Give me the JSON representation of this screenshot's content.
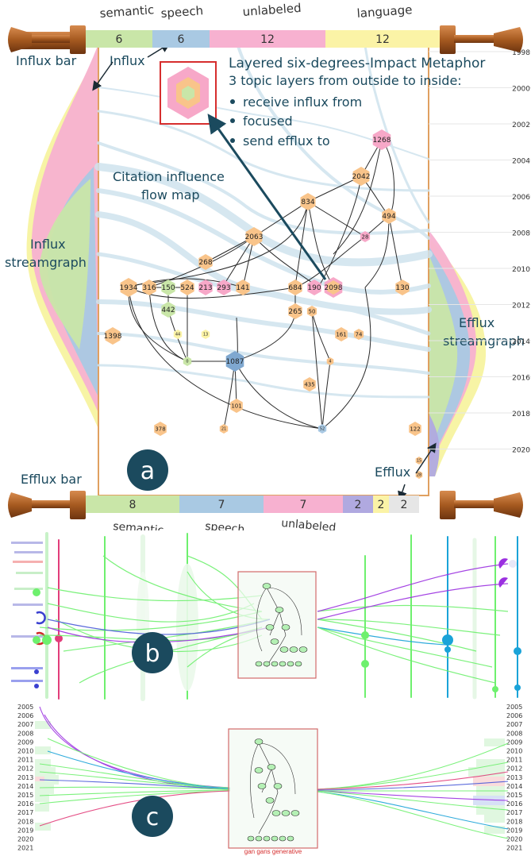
{
  "panel_a": {
    "label": "a",
    "top_bar": {
      "segments": [
        {
          "topic": "semantic",
          "count": "6",
          "color": "#c9e6a8"
        },
        {
          "topic": "speech",
          "count": "6",
          "color": "#a9c9e3"
        },
        {
          "topic": "unlabeled",
          "count": "12",
          "color": "#f7b1d0"
        },
        {
          "topic": "language",
          "count": "12",
          "color": "#fbf3a6"
        }
      ]
    },
    "bottom_bar": {
      "segments": [
        {
          "topic": "semantic",
          "count": "8",
          "color": "#c9e6a8"
        },
        {
          "topic": "speech",
          "count": "7",
          "color": "#a9c9e3"
        },
        {
          "topic": "unlabeled",
          "count": "7",
          "color": "#f7b1d0"
        },
        {
          "topic": "",
          "count": "2",
          "color": "#b0a9e0"
        },
        {
          "topic": "",
          "count": "2",
          "color": "#fbf3a6"
        },
        {
          "topic": "",
          "count": "2",
          "color": "#e6e6e6"
        }
      ]
    },
    "annotations": {
      "influx_bar": "Influx bar",
      "influx": "Influx",
      "efflux_bar": "Efflux bar",
      "efflux": "Efflux",
      "influx_stream_1": "Influx",
      "influx_stream_2": "streamgraph",
      "efflux_stream_1": "Efflux",
      "efflux_stream_2": "streamgraph",
      "flow_map_1": "Citation influence",
      "flow_map_2": "flow map"
    },
    "legend": {
      "title": "Layered six-degrees-Impact Metaphor",
      "subtitle": "3 topic layers from outside to inside:",
      "items": [
        "receive influx from",
        "focused",
        "send efflux to"
      ]
    },
    "years": [
      "1998",
      "2000",
      "2002",
      "2004",
      "2006",
      "2008",
      "2010",
      "2012",
      "2014",
      "2016",
      "2018",
      "2020"
    ],
    "nodes": [
      {
        "id": "1268",
        "color": "#f7a8c8"
      },
      {
        "id": "2042",
        "color": "#f9c48a"
      },
      {
        "id": "834",
        "color": "#f9c48a"
      },
      {
        "id": "2063",
        "color": "#f9c48a"
      },
      {
        "id": "28",
        "color": "#f7a8c8"
      },
      {
        "id": "494",
        "color": "#f9c48a"
      },
      {
        "id": "268",
        "color": "#f9c48a"
      },
      {
        "id": "1934",
        "color": "#f9c48a"
      },
      {
        "id": "316",
        "color": "#f9c48a"
      },
      {
        "id": "150",
        "color": "#c9e6a8"
      },
      {
        "id": "524",
        "color": "#f9c48a"
      },
      {
        "id": "213",
        "color": "#f7a8c8"
      },
      {
        "id": "293",
        "color": "#f7a8c8"
      },
      {
        "id": "141",
        "color": "#f9c48a"
      },
      {
        "id": "684",
        "color": "#f9c48a"
      },
      {
        "id": "190",
        "color": "#f7a8c8"
      },
      {
        "id": "2098",
        "color": "#f7a8c8"
      },
      {
        "id": "130",
        "color": "#f9c48a"
      },
      {
        "id": "442",
        "color": "#c9e6a8"
      },
      {
        "id": "265",
        "color": "#f9c48a"
      },
      {
        "id": "50",
        "color": "#f9c48a"
      },
      {
        "id": "1398",
        "color": "#f9c48a"
      },
      {
        "id": "44",
        "color": "#fbf3a6"
      },
      {
        "id": "13",
        "color": "#fbf3a6"
      },
      {
        "id": "161",
        "color": "#f9c48a"
      },
      {
        "id": "74",
        "color": "#f9c48a"
      },
      {
        "id": "0",
        "color": "#c9e6a8"
      },
      {
        "id": "1087",
        "color": "#7fa8d0"
      },
      {
        "id": "4",
        "color": "#f9c48a"
      },
      {
        "id": "435",
        "color": "#f9c48a"
      },
      {
        "id": "101",
        "color": "#f9c48a"
      },
      {
        "id": "378",
        "color": "#f9c48a"
      },
      {
        "id": "21",
        "color": "#f9c48a"
      },
      {
        "id": "52",
        "color": "#a9c9e3"
      },
      {
        "id": "122",
        "color": "#f9c48a"
      },
      {
        "id": "15",
        "color": "#f9c48a"
      },
      {
        "id": "28",
        "color": "#f9c48a"
      }
    ]
  },
  "panel_b": {
    "label": "b"
  },
  "panel_c": {
    "label": "c",
    "years": [
      "2005",
      "2006",
      "2007",
      "2008",
      "2009",
      "2010",
      "2011",
      "2012",
      "2013",
      "2014",
      "2015",
      "2016",
      "2017",
      "2018",
      "2019",
      "2020",
      "2021"
    ],
    "caption": "gan gans generative"
  },
  "colors": {
    "frame": "#e0a060",
    "panel_circle": "#1b4a5e",
    "arrow": "#1b4a5e",
    "flow_green": "#6ef06e",
    "flow_blue": "#1aa3d8",
    "flow_purple": "#9b30e0",
    "flow_pink": "#e23d7a"
  }
}
